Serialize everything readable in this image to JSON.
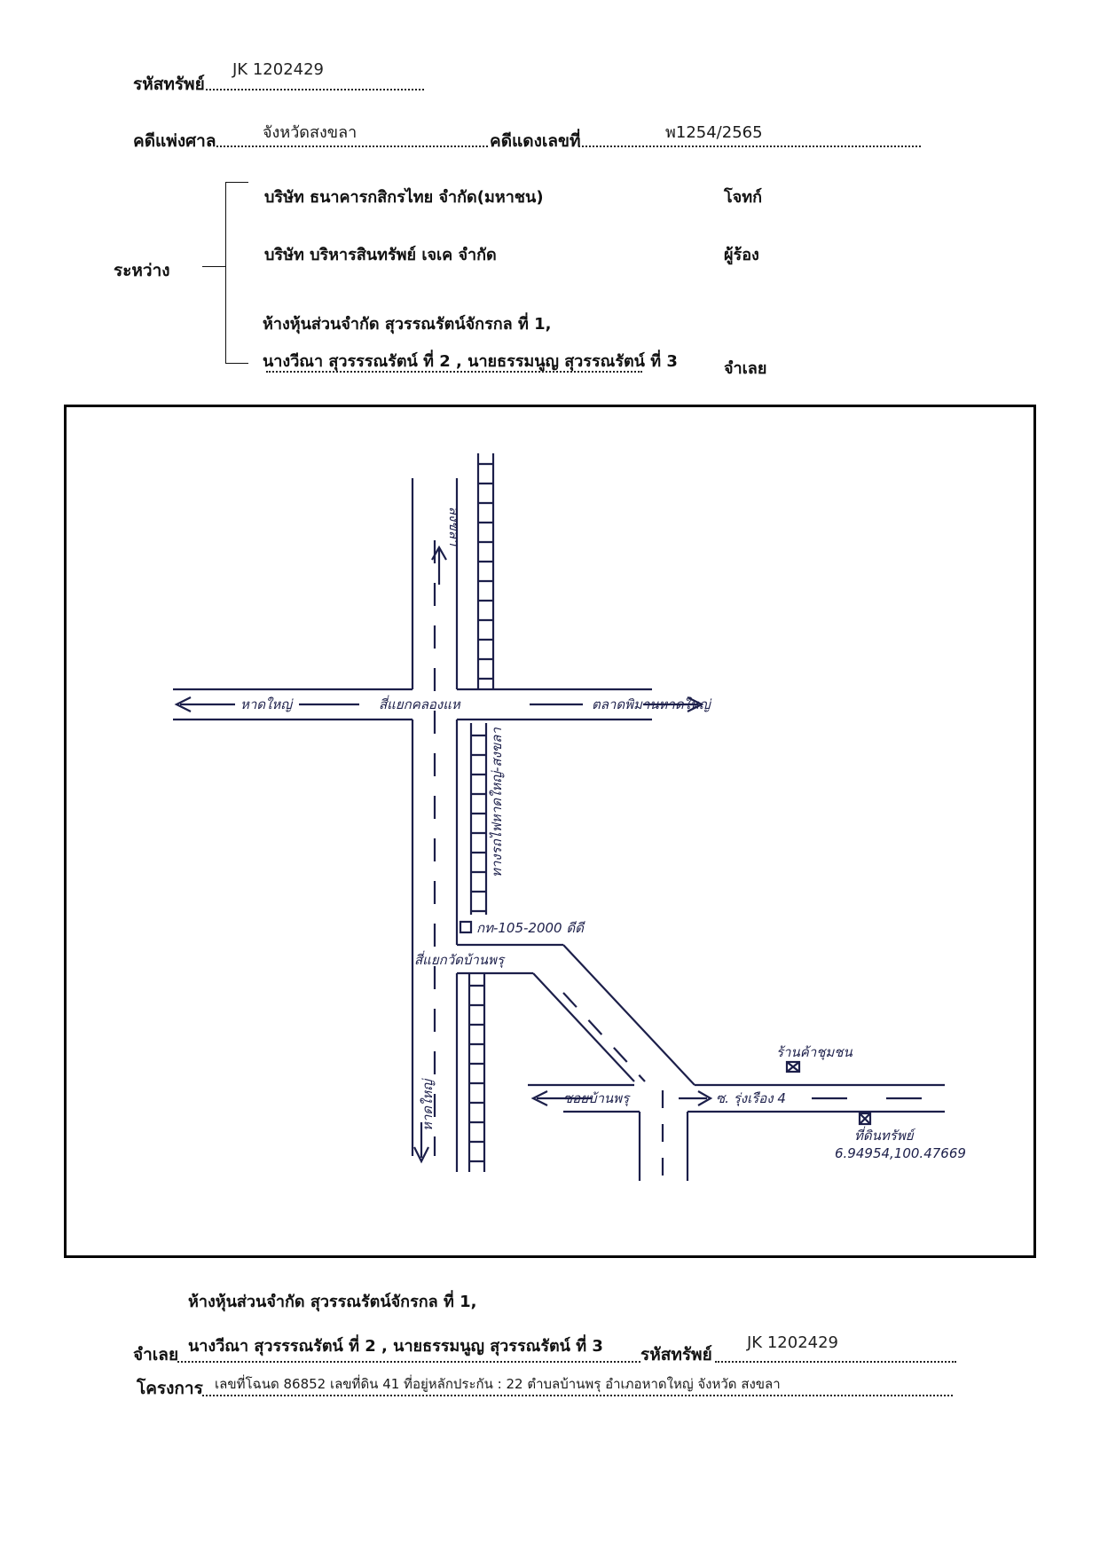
{
  "header": {
    "asset_code_label": "รหัสทรัพย์",
    "asset_code_value": "JK 1202429",
    "court_label": "คดีแพ่งศาล",
    "court_value": "จังหวัดสงขลา",
    "case_no_label": "คดีแดงเลขที่",
    "case_no_value": "พ1254/2565"
  },
  "parties": {
    "between_label": "ระหว่าง",
    "plaintiff_name": "บริษัท ธนาคารกสิกรไทย จำกัด(มหาชน)",
    "plaintiff_role": "โจทก์",
    "petitioner_name": "บริษัท บริหารสินทรัพย์ เจเค จำกัด",
    "petitioner_role": "ผู้ร้อง",
    "defendant_line1": "ห้างหุ้นส่วนจำกัด สุวรรณรัตน์จักรกล ที่ 1,",
    "defendant_line2": "นางวีณา สุวรรรณรัตน์ ที่ 2 , นายธรรมนูญ สุวรรณรัตน์ ที่ 3",
    "defendant_role": "จำเลย"
  },
  "map": {
    "north_label": "สงขลา",
    "west_label": "หาดใหญ่",
    "junction_label": "สี่แยกคลองแห",
    "east_label": "ตลาดพิมานหาดใหญ่",
    "rail_label": "ทางรถไฟหาดใหญ่-สงขลา",
    "south_label": "หาดใหญ่",
    "box_label": "กท-105-2000 ดีดี",
    "intersection2_label": "สี่แยกวัดบ้านพรุ",
    "side_road_west_label": "ซอยบ้านพรุ",
    "side_road_east_label": "ซ. รุ่งเรือง 4",
    "landmark_label": "ร้านค้าชุมชน",
    "property_label": "ที่ดินทรัพย์",
    "coordinates": "6.94954,100.47669"
  },
  "footer": {
    "defendant_line1": "ห้างหุ้นส่วนจำกัด สุวรรณรัตน์จักรกล ที่ 1,",
    "defendant_label": "จำเลย",
    "defendant_line2": "นางวีณา สุวรรรณรัตน์ ที่ 2 , นายธรรมนูญ สุวรรณรัตน์ ที่ 3",
    "asset_code_label": "รหัสทรัพย์",
    "asset_code_value": "JK 1202429",
    "project_label": "โครงการ",
    "project_value": "เลขที่โฉนด 86852 เลขที่ดิน 41 ที่อยู่หลักประกัน : 22 ตำบลบ้านพรุ อำเภอหาดใหญ่ จังหวัด สงขลา"
  }
}
